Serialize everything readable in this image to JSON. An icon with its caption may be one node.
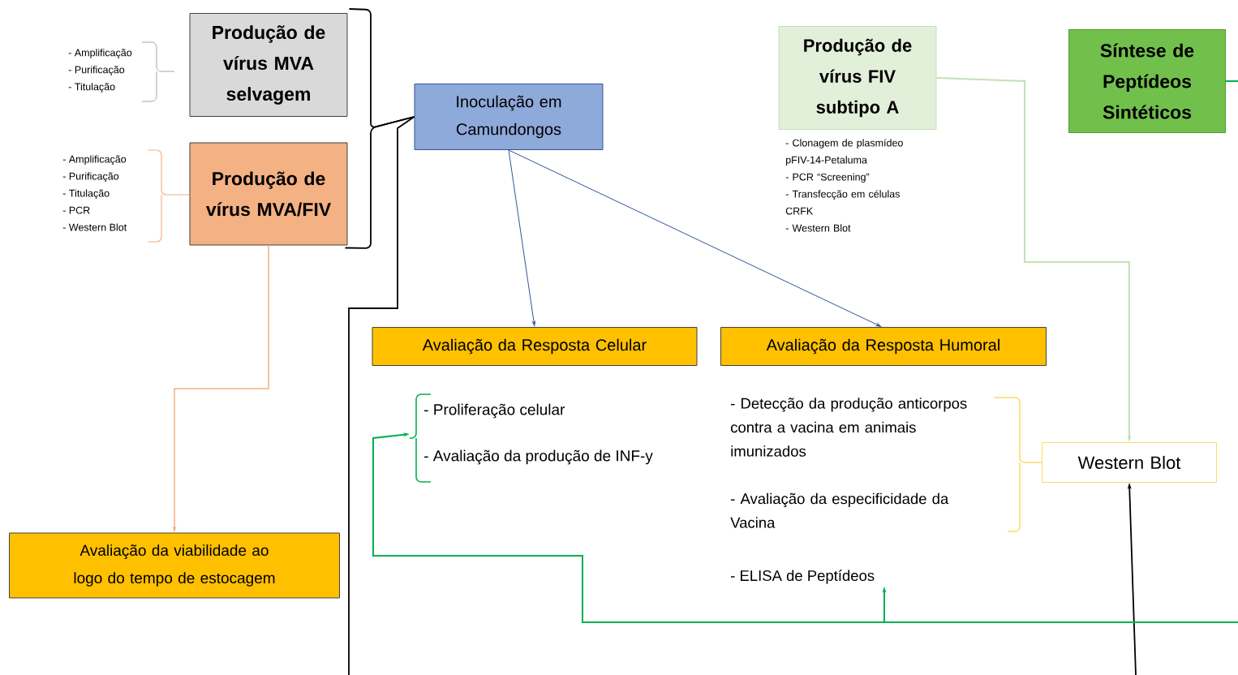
{
  "diagram": {
    "nodes": [
      {
        "text": [
          "Produção de vírus MVA selvagem"
        ],
        "beside": [
          "- Amplificação",
          "- Purificação",
          "- Titulação"
        ]
      },
      {
        "text": [
          "Produção de vírus MVA/FIV"
        ],
        "beside": [
          "- Amplificação",
          "- Purificação",
          "- Titulação",
          "- PCR",
          "- Western Blot"
        ]
      },
      {
        "text": [
          "Inoculação em Camundongos"
        ]
      },
      {
        "text": [
          "Avaliação da Resposta Celular"
        ]
      },
      {
        "text": [
          "Avaliação da Resposta Humoral"
        ]
      },
      {
        "text": [
          "Avaliação da viabilidade ao logo do tempo de estocagem"
        ]
      },
      {
        "text": [
          "Produção de vírus FIV subtipo A"
        ],
        "beside": [
          "- Clonagem de plasmídeo pFIV-14-Petaluma",
          "- PCR “Screening”",
          "- Transfecção em células CRFK",
          "- Western Blot"
        ]
      },
      {
        "text": [
          "Síntese de Peptídeos Sintéticos"
        ]
      },
      {
        "text": [
          "Western Blot"
        ]
      },
      {
        "text": [
          "- Proliferação celular",
          "- Avaliação da produção de INF-y"
        ]
      },
      {
        "text": [
          "- Detecção da produção anticorpos contra a vacina em animais imunizados",
          "- Avaliação da especificidade da Vacina"
        ]
      },
      {
        "text": [
          "- ELISA de Peptídeos"
        ]
      }
    ],
    "edges": [
      {
        "from": 0,
        "to": 2,
        "arrow": "none"
      },
      {
        "from": 1,
        "to": 2,
        "arrow": "none"
      },
      {
        "from": 2,
        "to": null,
        "arrow": "none"
      },
      {
        "from": null,
        "to": 8,
        "arrow": "to"
      },
      {
        "from": 1,
        "to": 5,
        "arrow": "to",
        "color": "#f4b183"
      },
      {
        "from": 2,
        "to": 3,
        "arrow": "to",
        "color": "#2f5597"
      },
      {
        "from": 2,
        "to": 4,
        "arrow": "to",
        "color": "#2f5597"
      },
      {
        "from": 6,
        "to": 8,
        "arrow": "to",
        "color": "#c5e0b4"
      },
      {
        "from": 7,
        "to": null,
        "arrow": "none",
        "color": "#00b050"
      },
      {
        "from": null,
        "to": 9,
        "arrow": "to",
        "color": "#00b050"
      },
      {
        "from": null,
        "to": 11,
        "arrow": "to",
        "color": "#00b050"
      },
      {
        "from": 10,
        "to": 8,
        "arrow": "none",
        "color": "#ffd966"
      }
    ]
  }
}
